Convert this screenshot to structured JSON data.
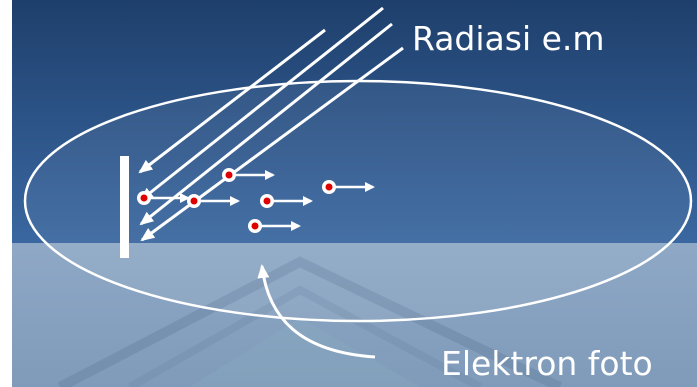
{
  "labels": {
    "radiation": "Radiasi e.m",
    "photoelectron": "Elektron foto"
  },
  "colors": {
    "top_background": "#2b5285",
    "bottom_background": "#8ea8c6",
    "ellipse": "#ffffff",
    "electron": "#e00000",
    "arrow": "#ffffff"
  },
  "icons": {
    "incoming_ray": "diagonal-arrow-icon",
    "electron": "electron-dot-icon",
    "electron_motion": "right-arrow-icon",
    "pointer": "curved-arrow-icon"
  },
  "counts": {
    "incoming_rays": 4,
    "emitted_electrons": 6
  }
}
